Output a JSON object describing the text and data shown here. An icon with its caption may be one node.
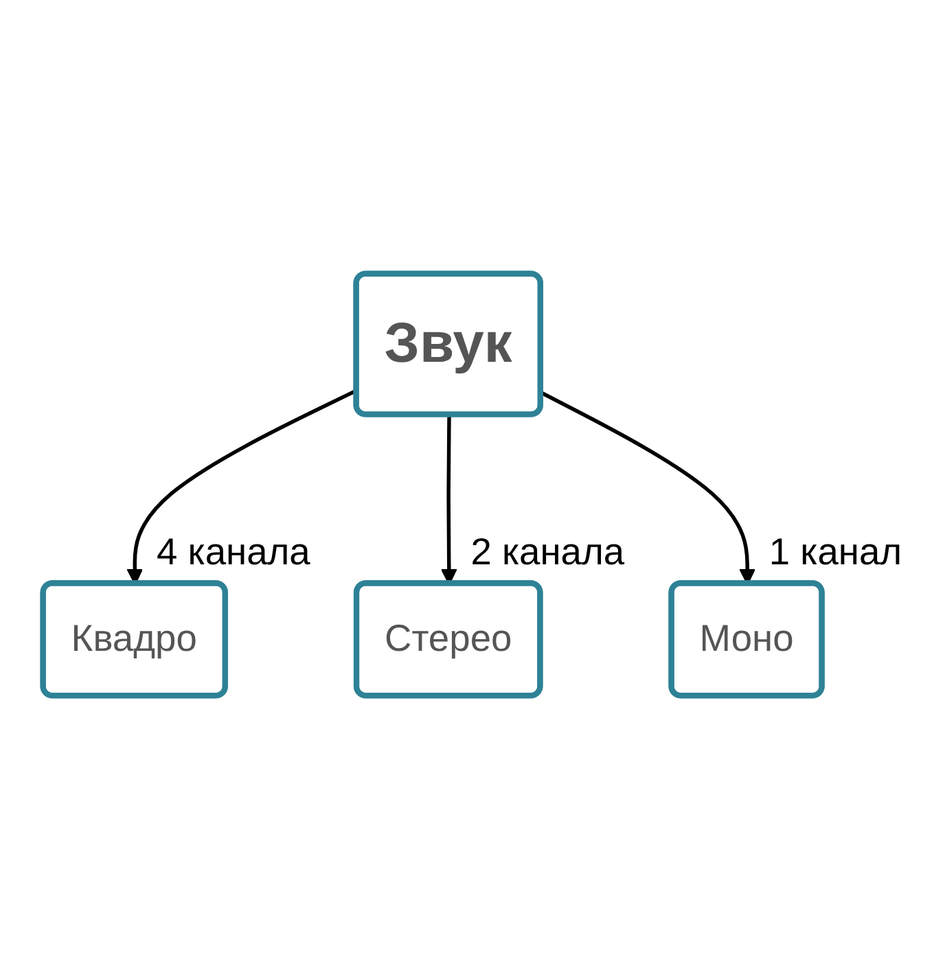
{
  "diagram": {
    "nodes": [
      {
        "text": [
          "Звук"
        ]
      },
      {
        "text": [
          "Квадро"
        ],
        "beside": [
          "4 канала"
        ]
      },
      {
        "text": [
          "Стерео"
        ],
        "beside": [
          "2 канала"
        ]
      },
      {
        "text": [
          "Моно"
        ],
        "beside": [
          "1 канал"
        ]
      }
    ],
    "edges": [
      {
        "from": 0,
        "to": 1,
        "arrow": "to"
      },
      {
        "from": 0,
        "to": 2,
        "arrow": "to"
      },
      {
        "from": 0,
        "to": 3,
        "arrow": "to"
      }
    ]
  }
}
